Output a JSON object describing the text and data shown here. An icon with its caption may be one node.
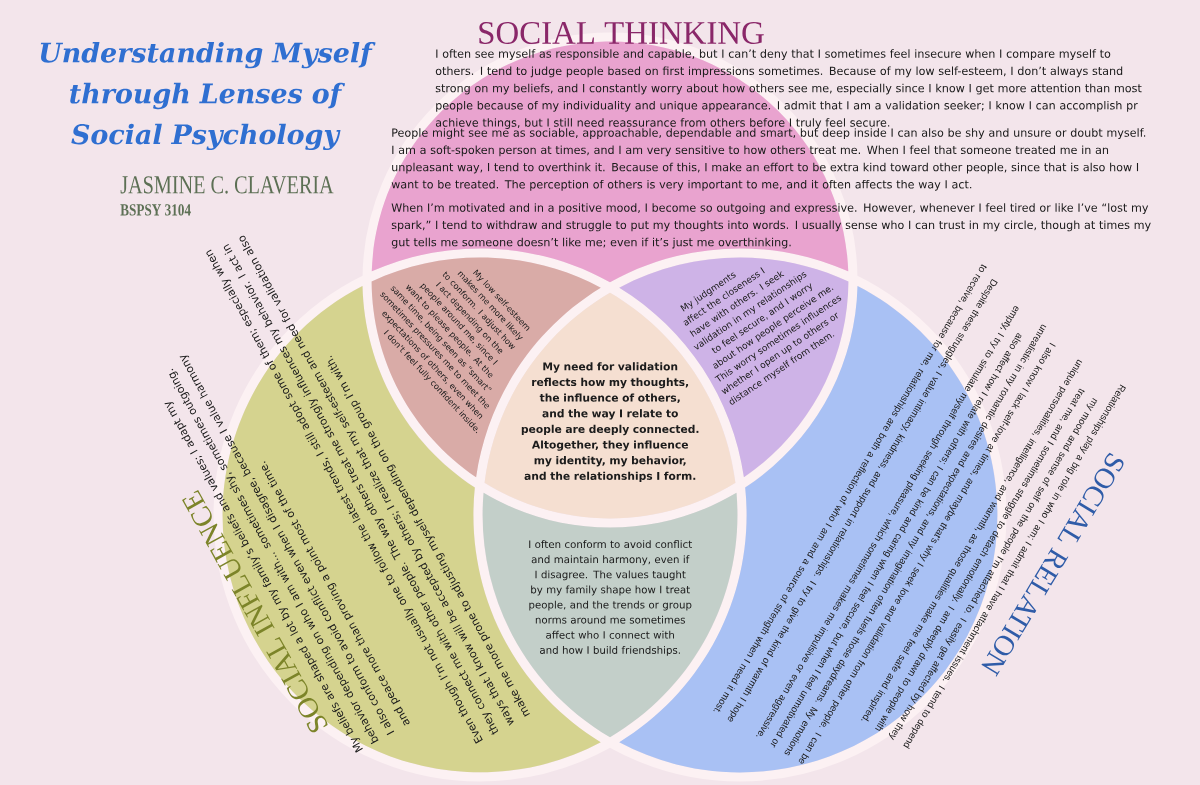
{
  "diagram": {
    "title": "Understanding Myself through Lenses of Social Psychology",
    "nodes": [
      {
        "text": [
          "SOCIAL THINKING",
          "I often see myself as responsible and capable, but I can’t deny that I sometimes feel insecure when I compare myself to others. I tend to judge people based on first impressions sometimes. Because of my low self-esteem, I don’t always stand strong on my beliefs, and I constantly worry about how others see me, especially since I know I get more attention than most people because of my individuality and unique appearance. I admit that I am a validation seeker; I know I can accomplish pr achieve things, but I still need reassurance from others before I truly feel secure.",
          "People might see me as sociable, approachable, dependable and smart, but deep inside I can also be shy and unsure or doubt myself. I am a soft-spoken person at times, and I am very sensitive to how others treat me. When I feel that someone treated me in an unpleasant way, I tend to overthink it. Because of this, I make an effort to be extra kind toward other people, since that is also how I want to be treated. The perception of others is very important to me, and it often affects the way I act.",
          "When I’m motivated and in a positive mood, I become so outgoing and expressive. However, whenever I feel tired or like I’ve “lost my spark,” I tend to withdraw and struggle to put my thoughts into words. I usually sense who I can trust in my circle, though at times my gut tells me someone doesn’t like me; even if it’s just me overthinking."
        ]
      },
      {
        "text": [
          "SOCIAL INFLUENCE",
          "My beliefs are shaped a lot by my family’s beliefs and values; I adapt my behavior depending on who I am with... sometimes shy, sometimes outgoing. I also conform to avoid conflict even when I disagree, because I value harmony and peace more than proving a point most of the time.",
          "Even though I’m not usually one to follow the latest trends, I still adopt some of them; especially when they connect me with other people. The way others treat me strongly influences my behavior. I act in ways that I know will be accepted by others; I realize that my self-esteem and need for validation also make me more prone to adjusting myself depending on the group I’m with."
        ]
      },
      {
        "text": [
          "SOCIAL RELATION",
          "Relationships play a big role in who I am; I admit that I have attachment issues. I tend to depend my mood and sense of self on the people I’m attached to. I easily get affected by how they treat me, and I sometimes struggle to detach emotionally. I am deeply drawn to people with unique personalities, intelligence, and warmth, as those qualities make me feel safe and inspired.",
          "I also know I lack self-love at times, and maybe that’s why I seek love and validation from other people. I can be unrealistic in my romantic desires and expectations, and my imagination often fuels those daydreams. My emotions also affect how I relate with others; I can be kind and caring when I feel secure, but when I feel unmotivated or empty, I try to simulate myself through seeking pleasure, which sometimes makes me impulsive or even aggressive.",
          "Despite these struggles, I value intimacy, kindness, and support in relationships. I try to give the kind of warmth I hope to receive, because for me, relationships are both a reflection of who I am and a source of strength when I need it most."
        ]
      },
      {
        "text": [
          "My low self-esteem makes me more likely to conform. I adjust how I act depending on the people around me, since I want to please people. At the same time, being seen as “smart” sometimes pressures me to meet the expectations of others, even when I don’t feel fully confident inside."
        ]
      },
      {
        "text": [
          "My judgments affect the closeness I have with others. I seek validation in my relationships to feel secure, and I worry about how people perceive me. This worry sometimes influences whether I open up to others or distance myself from them."
        ]
      },
      {
        "text": [
          "My need for validation reflects how my thoughts, the influence of others, and the way I relate to people are deeply connected. Altogether, they influence my identity, my behavior, and the relationships I form."
        ]
      },
      {
        "text": [
          "I often conform to avoid conflict and maintain harmony, even if I disagree. The values taught by my family shape how I treat people, and the trends or group norms around me sometimes affect who I connect with and how I build friendships."
        ]
      }
    ],
    "labels": [
      "JASMINE C. CLAVERIA",
      "BSPSY 3104"
    ]
  }
}
